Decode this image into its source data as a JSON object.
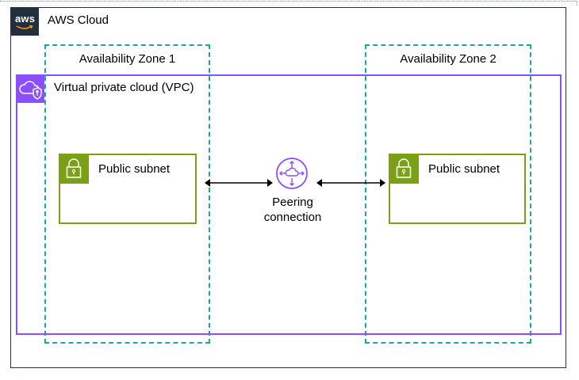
{
  "cloud": {
    "logo_text": "aws",
    "title": "AWS Cloud"
  },
  "zones": [
    {
      "label": "Availability Zone 1"
    },
    {
      "label": "Availability Zone 2"
    }
  ],
  "vpc": {
    "title": "Virtual private cloud (VPC)"
  },
  "subnets": [
    {
      "label": "Public subnet"
    },
    {
      "label": "Public subnet"
    }
  ],
  "peering": {
    "line1": "Peering",
    "line2": "connection"
  },
  "colors": {
    "aws_dark": "#232f3e",
    "az_teal": "#20a59a",
    "vpc_purple": "#8c4fff",
    "subnet_green": "#7aa116"
  },
  "icons": {
    "aws_logo": "aws-logo",
    "vpc": "vpc-cloud-shield-icon",
    "subnet": "lock-icon",
    "peering": "peering-connection-icon"
  }
}
